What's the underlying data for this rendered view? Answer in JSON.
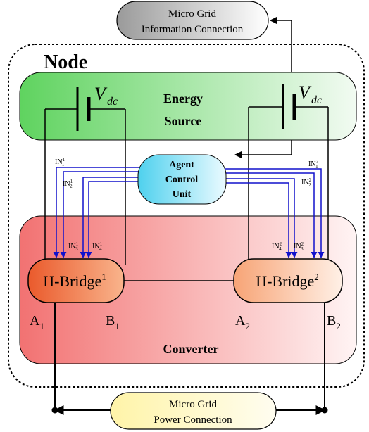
{
  "micro_grid_info": {
    "line1": "Micro Grid",
    "line2": "Information Connection"
  },
  "node_label": "Node",
  "energy_source": {
    "line1": "Energy",
    "line2": "Source",
    "vdc_symbol": "V",
    "vdc_sub": "dc"
  },
  "agent_control": {
    "line1": "Agent",
    "line2": "Control",
    "line3": "Unit"
  },
  "signals": {
    "base": "IN",
    "bridge1_sup": "1",
    "bridge2_sup": "2",
    "subs": [
      "1",
      "2",
      "3",
      "4"
    ]
  },
  "bridge1": {
    "label": "H-Bridge",
    "sup": "1"
  },
  "bridge2": {
    "label": "H-Bridge",
    "sup": "2"
  },
  "terminals": {
    "a1": {
      "base": "A",
      "sub": "1"
    },
    "b1": {
      "base": "B",
      "sub": "1"
    },
    "a2": {
      "base": "A",
      "sub": "2"
    },
    "b2": {
      "base": "B",
      "sub": "2"
    }
  },
  "converter_label": "Converter",
  "micro_grid_power": {
    "line1": "Micro Grid",
    "line2": "Power Connection"
  },
  "colors": {
    "energy_green": "#6ed86e",
    "converter_red": "#f47c7c",
    "agent_cyan": "#63d7f0",
    "bridge_orange": "#ef6a3a",
    "bridge_peach": "#fcd6b8",
    "info_gray": "#b8b8b8",
    "power_yellow": "#fff2a0",
    "signal_blue": "#1111cc"
  }
}
